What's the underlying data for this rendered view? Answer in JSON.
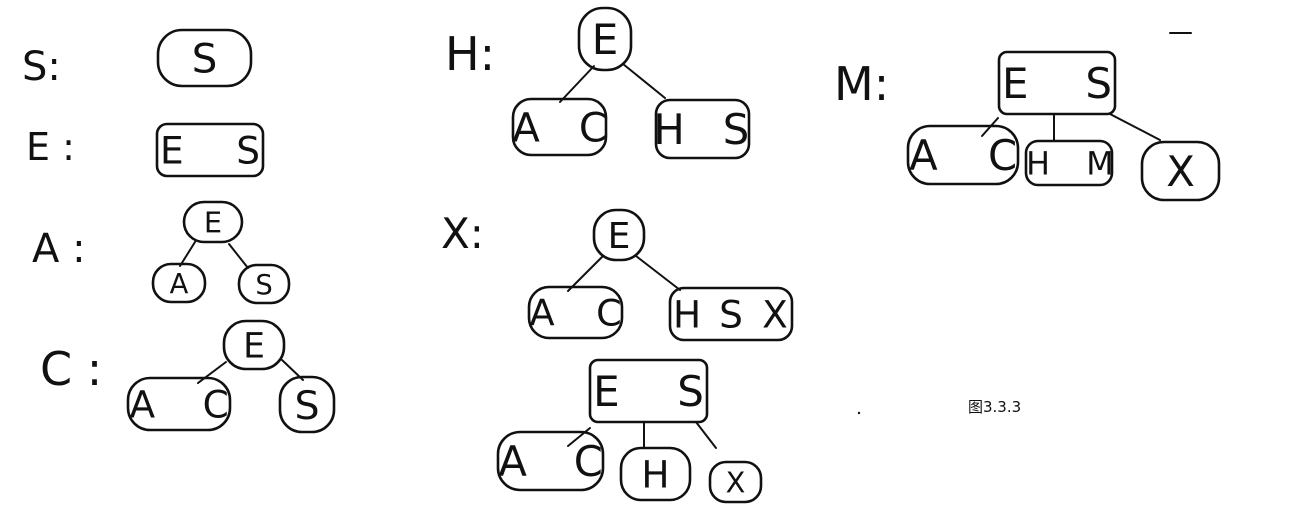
{
  "figure_caption": "图3.3.3",
  "steps": [
    {
      "id": "S",
      "label": "S:",
      "nodes": [
        {
          "id": "root",
          "keys": [
            "S"
          ]
        }
      ]
    },
    {
      "id": "E",
      "label": "E :",
      "nodes": [
        {
          "id": "root",
          "keys": [
            "E",
            "S"
          ]
        }
      ]
    },
    {
      "id": "A",
      "label": "A :",
      "nodes": [
        {
          "id": "root",
          "keys": [
            "E"
          ]
        },
        {
          "id": "c0",
          "keys": [
            "A"
          ]
        },
        {
          "id": "c1",
          "keys": [
            "S"
          ]
        }
      ]
    },
    {
      "id": "C",
      "label": "C :",
      "nodes": [
        {
          "id": "root",
          "keys": [
            "E"
          ]
        },
        {
          "id": "c0",
          "keys": [
            "A",
            "C"
          ]
        },
        {
          "id": "c1",
          "keys": [
            "S"
          ]
        }
      ]
    },
    {
      "id": "H",
      "label": "H:",
      "nodes": [
        {
          "id": "root",
          "keys": [
            "E"
          ]
        },
        {
          "id": "c0",
          "keys": [
            "A",
            "C"
          ]
        },
        {
          "id": "c1",
          "keys": [
            "H",
            "S"
          ]
        }
      ]
    },
    {
      "id": "X",
      "label": "X:",
      "nodes": [
        {
          "id": "root",
          "keys": [
            "E"
          ]
        },
        {
          "id": "c0",
          "keys": [
            "A",
            "C"
          ]
        },
        {
          "id": "c1",
          "keys": [
            "H",
            "S",
            "X"
          ]
        }
      ]
    },
    {
      "id": "X-split",
      "label": "",
      "nodes": [
        {
          "id": "root",
          "keys": [
            "E",
            "S"
          ]
        },
        {
          "id": "c0",
          "keys": [
            "A",
            "C"
          ]
        },
        {
          "id": "c1",
          "keys": [
            "H"
          ]
        },
        {
          "id": "c2",
          "keys": [
            "X"
          ]
        }
      ]
    },
    {
      "id": "M",
      "label": "M:",
      "nodes": [
        {
          "id": "root",
          "keys": [
            "E",
            "S"
          ]
        },
        {
          "id": "c0",
          "keys": [
            "A",
            "C"
          ]
        },
        {
          "id": "c1",
          "keys": [
            "H",
            "M"
          ]
        },
        {
          "id": "c2",
          "keys": [
            "X"
          ]
        }
      ]
    }
  ]
}
